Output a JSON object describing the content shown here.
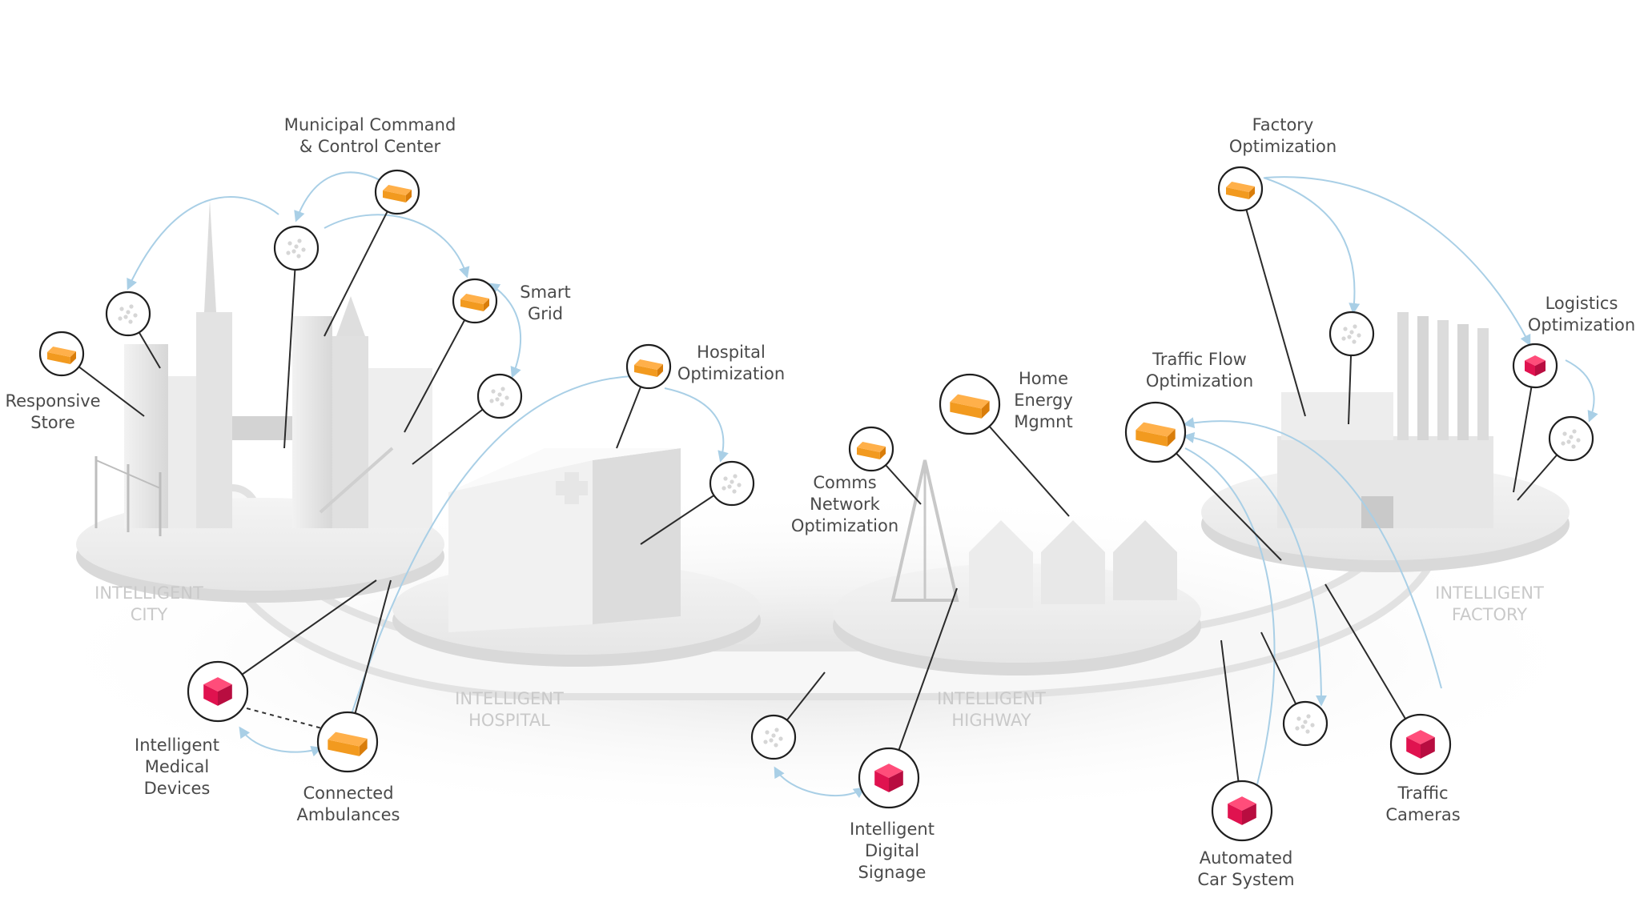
{
  "colors": {
    "gateway": "#f29a1f",
    "gateway_top": "#ffb04a",
    "device": "#e0124f",
    "device_top": "#ff4d7a",
    "flow_arrow": "#a9cfe6",
    "zone_text": "#c9c9c9"
  },
  "zones": {
    "city": [
      "INTELLIGENT",
      "CITY"
    ],
    "hospital": [
      "INTELLIGENT",
      "HOSPITAL"
    ],
    "highway": [
      "INTELLIGENT",
      "HIGHWAY"
    ],
    "factory": [
      "INTELLIGENT",
      "FACTORY"
    ]
  },
  "labels": {
    "municipal": [
      "Municipal Command",
      "& Control Center"
    ],
    "smart_grid": [
      "Smart",
      "Grid"
    ],
    "responsive_store": [
      "Responsive",
      "Store"
    ],
    "hospital_opt": [
      "Hospital",
      "Optimization"
    ],
    "medical_devices": [
      "Intelligent",
      "Medical",
      "Devices"
    ],
    "ambulances": [
      "Connected",
      "Ambulances"
    ],
    "comms": [
      "Comms",
      "Network",
      "Optimization"
    ],
    "home_energy": [
      "Home",
      "Energy",
      "Mgmnt"
    ],
    "signage": [
      "Intelligent",
      "Digital",
      "Signage"
    ],
    "traffic_flow": [
      "Traffic Flow",
      "Optimization"
    ],
    "factory_opt": [
      "Factory",
      "Optimization"
    ],
    "logistics": [
      "Logistics",
      "Optimization"
    ],
    "car_system": [
      "Automated",
      "Car System"
    ],
    "traffic_cameras": [
      "Traffic",
      "Cameras"
    ]
  },
  "node_types": {
    "gateway": "orange-box-icon",
    "device": "magenta-cube-icon",
    "cloud": "cloud-dots-icon"
  }
}
